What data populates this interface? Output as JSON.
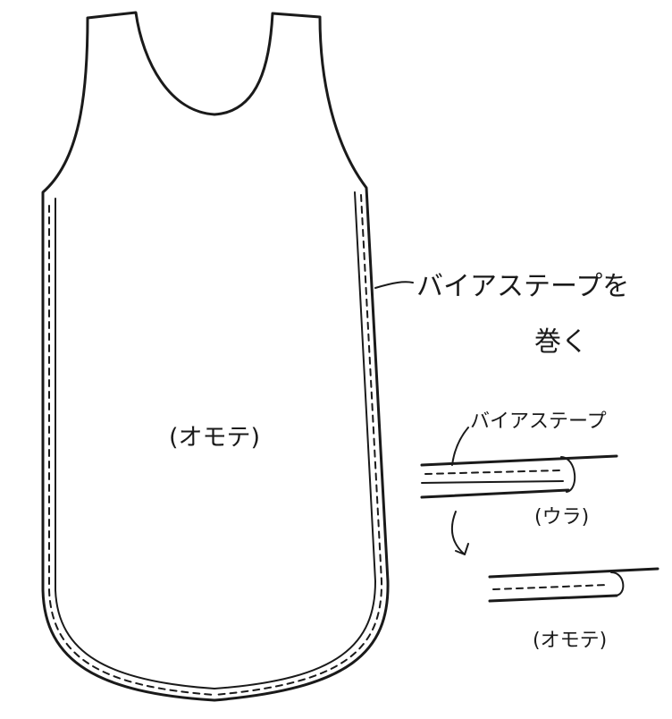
{
  "garment": {
    "front_label": "(オモテ)"
  },
  "callout": {
    "line1": "バイアステープを",
    "line2": "巻く"
  },
  "detail": {
    "tape_label": "バイアステープ",
    "back_label": "(ウラ)",
    "front_label": "(オモテ)"
  },
  "colors": {
    "ink": "#1a1a1a",
    "paper": "#ffffff"
  }
}
